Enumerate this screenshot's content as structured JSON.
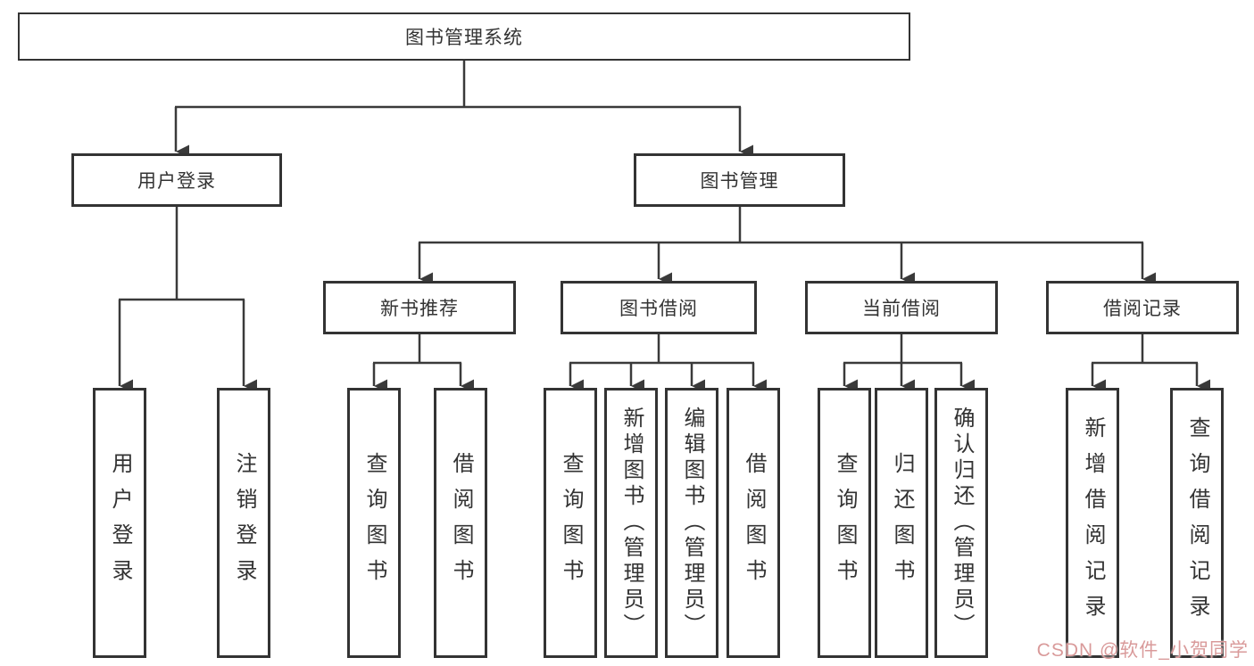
{
  "diagram": {
    "title": "图书管理系统",
    "type": "hierarchy-tree"
  },
  "nodes": {
    "root": {
      "label": "图书管理系统"
    },
    "user_login": {
      "label": "用户登录"
    },
    "book_mgmt": {
      "label": "图书管理"
    },
    "new_book_rec": {
      "label": "新书推荐"
    },
    "book_borrow": {
      "label": "图书借阅"
    },
    "current_borrow": {
      "label": "当前借阅"
    },
    "borrow_records": {
      "label": "借阅记录"
    },
    "leaf_user_login": {
      "label": "用户登录"
    },
    "leaf_logout": {
      "label": "注销登录"
    },
    "leaf_query_book_1": {
      "label": "查询图书"
    },
    "leaf_borrow_book_1": {
      "label": "借阅图书"
    },
    "leaf_query_book_2": {
      "label": "查询图书"
    },
    "leaf_add_book": {
      "label": "新增图书（管理员）"
    },
    "leaf_edit_book": {
      "label": "编辑图书（管理员）"
    },
    "leaf_borrow_book_2": {
      "label": "借阅图书"
    },
    "leaf_query_book_3": {
      "label": "查询图书"
    },
    "leaf_return_book": {
      "label": "归还图书"
    },
    "leaf_confirm_return": {
      "label": "确认归还（管理员）"
    },
    "leaf_add_record": {
      "label": "新增借阅记录"
    },
    "leaf_query_record": {
      "label": "查询借阅记录"
    }
  },
  "watermark": {
    "text": "CSDN @软件_小贺同学",
    "color": "#d99a9a"
  },
  "colors": {
    "line": "#3a3a3a",
    "text": "#333333",
    "border": "#333333",
    "box_bg": "#ffffff"
  }
}
